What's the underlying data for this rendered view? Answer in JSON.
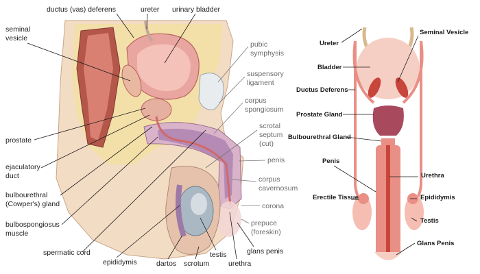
{
  "left_panel": {
    "labels": {
      "vas_deferens": "ductus (vas) deferens",
      "ureter": "ureter",
      "urinary_bladder": "urinary bladder",
      "seminal_vesicle_1": "seminal",
      "seminal_vesicle_2": "vesicle",
      "pubic_symphysis_1": "pubic",
      "pubic_symphysis_2": "symphysis",
      "suspensory_ligament_1": "suspensory",
      "suspensory_ligament_2": "ligament",
      "corpus_spongiosum_1": "corpus",
      "corpus_spongiosum_2": "spongiosum",
      "scrotal_septum_1": "scrotal",
      "scrotal_septum_2": "septum",
      "scrotal_septum_3": "(cut)",
      "prostate": "prostate",
      "ejaculatory_duct_1": "ejaculatory",
      "ejaculatory_duct_2": "duct",
      "penis": "penis",
      "corpus_cavernosum_1": "corpus",
      "corpus_cavernosum_2": "cavernosum",
      "bulbourethral_1": "bulbourethral",
      "bulbourethral_2": "(Cowper's) gland",
      "corona": "corona",
      "bulbospongiosus_1": "bulbospongiosus",
      "bulbospongiosus_2": "muscle",
      "prepuce_1": "prepuce",
      "prepuce_2": "(foreskin)",
      "spermatic_cord": "spermatic cord",
      "glans_penis": "glans penis",
      "epididymis": "epididymis",
      "dartos": "dartos",
      "scrotum": "scrotum",
      "testis": "testis",
      "urethra": "urethra"
    }
  },
  "right_panel": {
    "labels": {
      "ureter": "Ureter",
      "seminal_vesicle": "Seminal Vesicle",
      "bladder": "Bladder",
      "ductus_deferens": "Ductus Deferens",
      "prostate_gland": "Prostate Gland",
      "bulbourethral_gland": "Bulbourethral Gland",
      "penis": "Penis",
      "urethra": "Urethra",
      "erectile_tissue": "Erectile Tissue",
      "epididymis": "Epididymis",
      "testis": "Testis",
      "glans_penis": "Glans Penis"
    }
  },
  "colors": {
    "skin": "#f3dcc4",
    "fat": "#f3dfa8",
    "bladder": "#e9a5a0",
    "tissue_pink": "#d98c8c",
    "erectile": "#b58ab5",
    "testis": "#aab8c4",
    "right_body": "#e98f86",
    "right_prostate": "#a8495e"
  }
}
